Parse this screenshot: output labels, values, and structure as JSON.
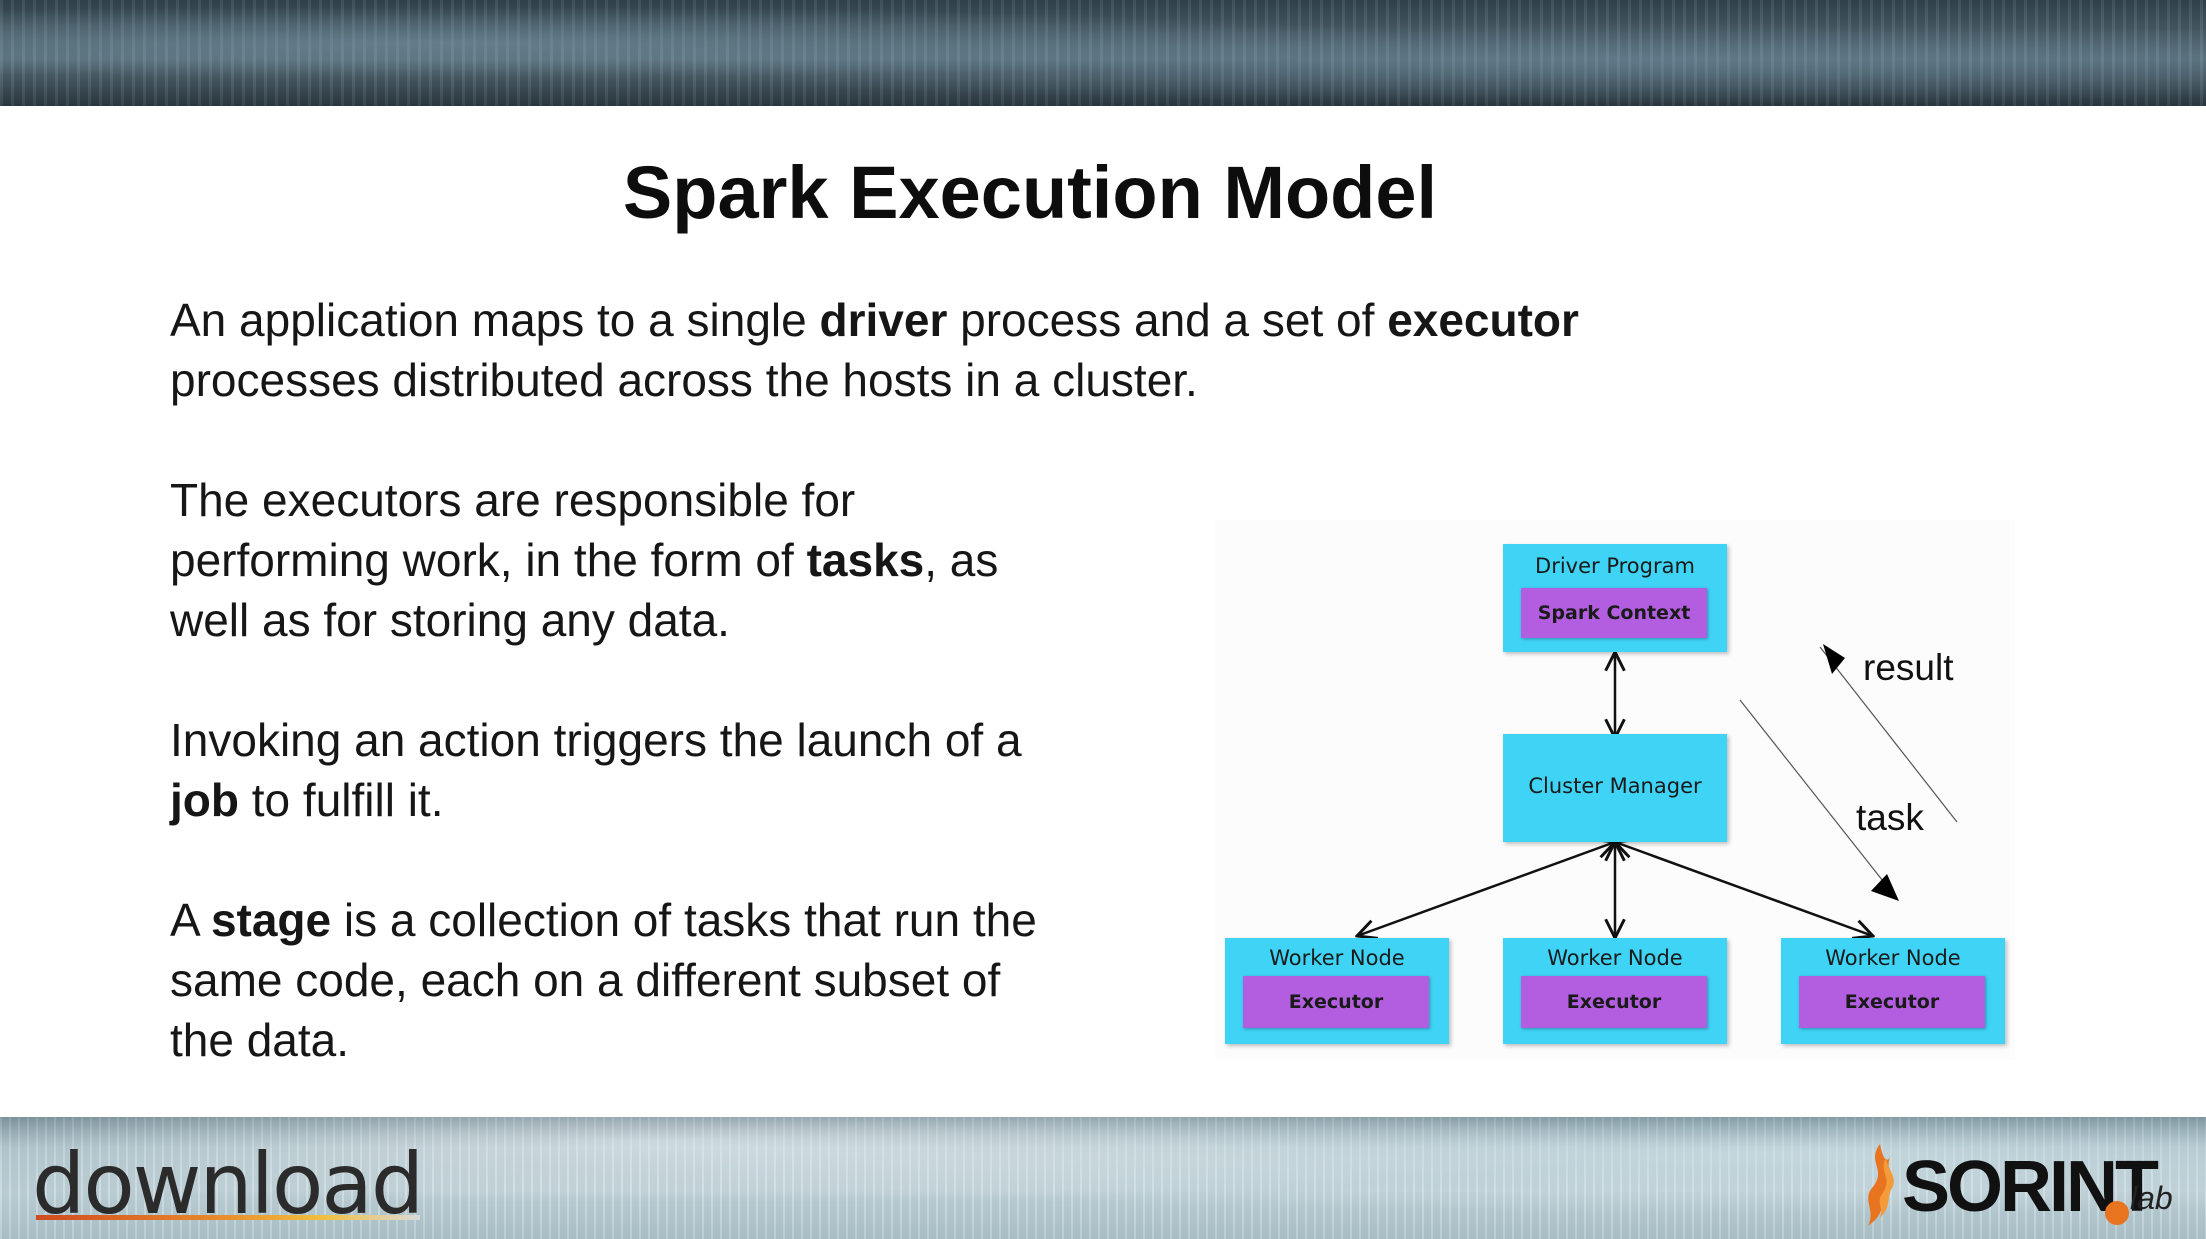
{
  "slide": {
    "title": "Spark Execution Model",
    "paragraphs": {
      "p1": [
        "An application maps to a single ",
        "driver",
        " process and a set of ",
        "executor",
        " processes distributed across the hosts in a cluster."
      ],
      "p2": [
        "The executors are responsible for performing work, in the form of ",
        "tasks",
        ", as well as for storing any data."
      ],
      "p3": [
        "Invoking an action triggers the launch of a ",
        "job",
        " to fulfill it."
      ],
      "p4": [
        "A ",
        "stage",
        " is a collection of tasks that run the same code, each on a different subset of the data."
      ]
    }
  },
  "diagram": {
    "driver": {
      "label": "Driver Program",
      "inner": "Spark Context"
    },
    "cluster_manager": {
      "label": "Cluster Manager"
    },
    "workers": [
      {
        "label": "Worker Node",
        "inner": "Executor"
      },
      {
        "label": "Worker Node",
        "inner": "Executor"
      },
      {
        "label": "Worker Node",
        "inner": "Executor"
      }
    ],
    "flow": {
      "result": "result",
      "task": "task"
    },
    "colors": {
      "node": "#3fd3f6",
      "executor": "#b35ee0"
    }
  },
  "footer": {
    "left_logo": "download",
    "right_logo": "SORINT",
    "right_logo_suffix": "lab"
  }
}
